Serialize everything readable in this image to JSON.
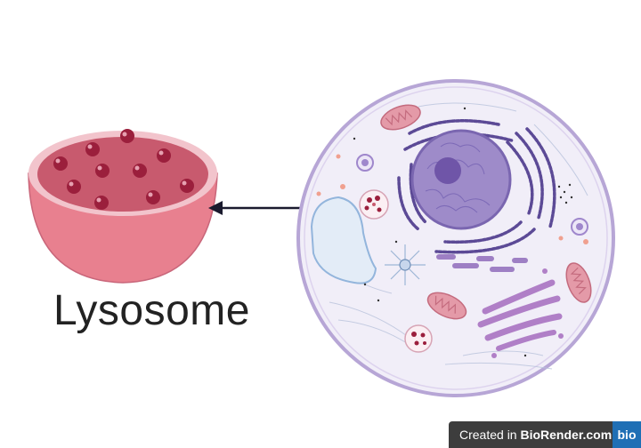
{
  "label": "Lysosome",
  "watermark": {
    "prefix": "Created in ",
    "brand": "BioRender.com",
    "logo": "bio"
  },
  "colors": {
    "lysosome_outer": "#e8808f",
    "lysosome_inner": "#c85a6e",
    "granule": "#9b1f3c",
    "cell_fill": "#f1eef8",
    "cell_border": "#b7a6d6",
    "nucleus": "#9e8bc9",
    "nucleolus": "#6f55a8",
    "er": "#5c4a96",
    "mitochondria": "#e49aa8",
    "vacuole": "#e3ecf7",
    "arrow": "#1a1a2e"
  }
}
